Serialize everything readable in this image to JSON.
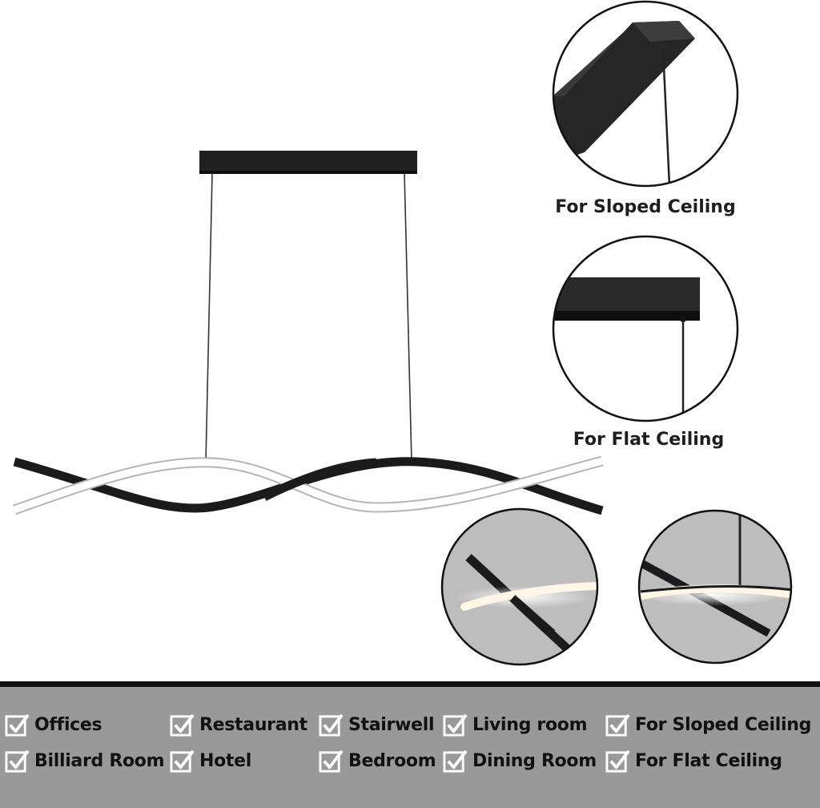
{
  "details": {
    "sloped_caption": "For Sloped Ceiling",
    "flat_caption": "For Flat Ceiling"
  },
  "features": [
    "Offices",
    "Restaurant",
    "Stairwell",
    "Living room",
    "For Sloped Ceiling",
    "Billiard Room",
    "Hotel",
    "Bedroom",
    "Dining Room",
    "For Flat Ceiling"
  ],
  "colors": {
    "fixture_black": "#1b1b1b",
    "led_white": "#ffffff",
    "feature_band": "#999999",
    "band_border": "#111111",
    "detail_background": "#bdbdbd"
  }
}
